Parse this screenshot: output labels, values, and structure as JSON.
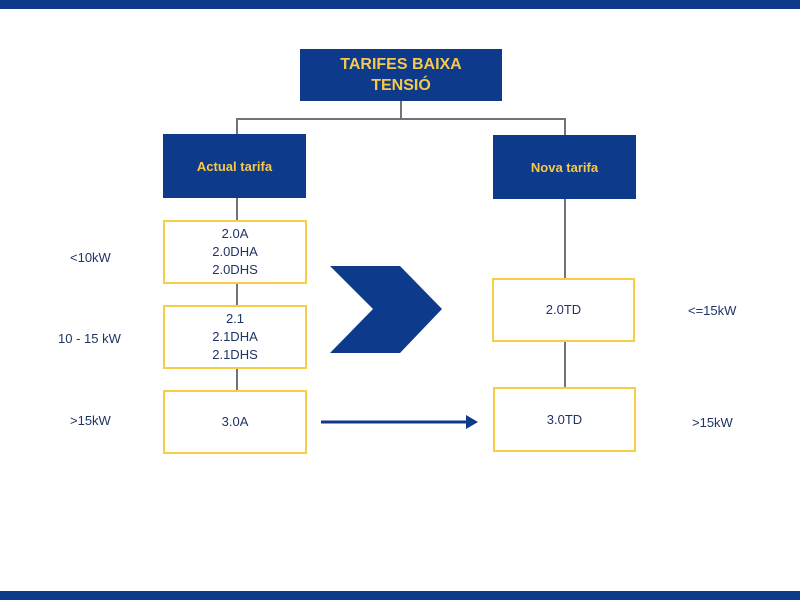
{
  "title": {
    "line1": "TARIFES BAIXA",
    "line2": "TENSIÓ"
  },
  "actual": {
    "header": "Actual tarifa",
    "boxes": [
      [
        "2.0A",
        "2.0DHA",
        "2.0DHS"
      ],
      [
        "2.1",
        "2.1DHA",
        "2.1DHS"
      ],
      [
        "3.0A"
      ]
    ],
    "power_labels": [
      "<10kW",
      "10 - 15 kW",
      ">15kW"
    ]
  },
  "nova": {
    "header": "Nova tarifa",
    "boxes": [
      "2.0TD",
      "3.0TD"
    ],
    "power_labels": [
      "<=15kW",
      ">15kW"
    ]
  },
  "colors": {
    "navy": "#0e3a8c",
    "yellow": "#f6cd46",
    "connector": "#6e7479",
    "text": "#1f3466"
  }
}
